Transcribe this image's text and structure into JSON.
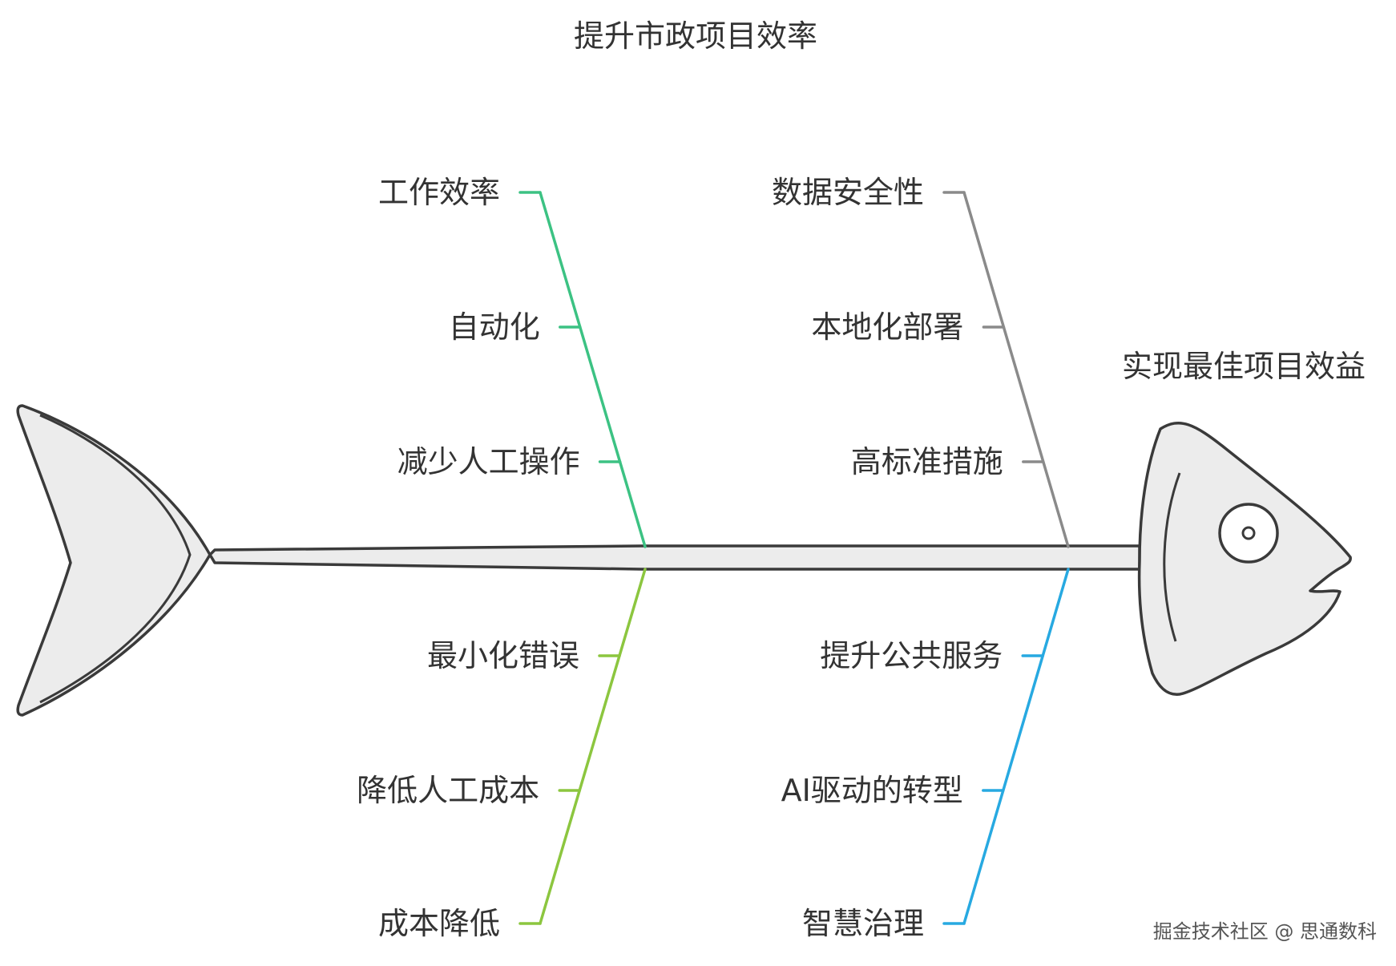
{
  "title": "提升市政项目效率",
  "effect": "实现最佳项目效益",
  "watermark": "掘金技术社区 @ 思通数科",
  "colors": {
    "green": "#3cc283",
    "yellowgreen": "#8cc63f",
    "gray": "#8a8a8a",
    "blue": "#27a9e1",
    "outline": "#3a3a3a",
    "fill": "#ececec",
    "text": "#333333"
  },
  "categories": [
    {
      "id": "top-left",
      "color": "green",
      "causes": [
        "工作效率",
        "自动化",
        "减少人工操作"
      ]
    },
    {
      "id": "top-right",
      "color": "gray",
      "causes": [
        "数据安全性",
        "本地化部署",
        "高标准措施"
      ]
    },
    {
      "id": "bottom-left",
      "color": "yellowgreen",
      "causes": [
        "最小化错误",
        "降低人工成本",
        "成本降低"
      ]
    },
    {
      "id": "bottom-right",
      "color": "blue",
      "causes": [
        "提升公共服务",
        "AI驱动的转型",
        "智慧治理"
      ]
    }
  ]
}
